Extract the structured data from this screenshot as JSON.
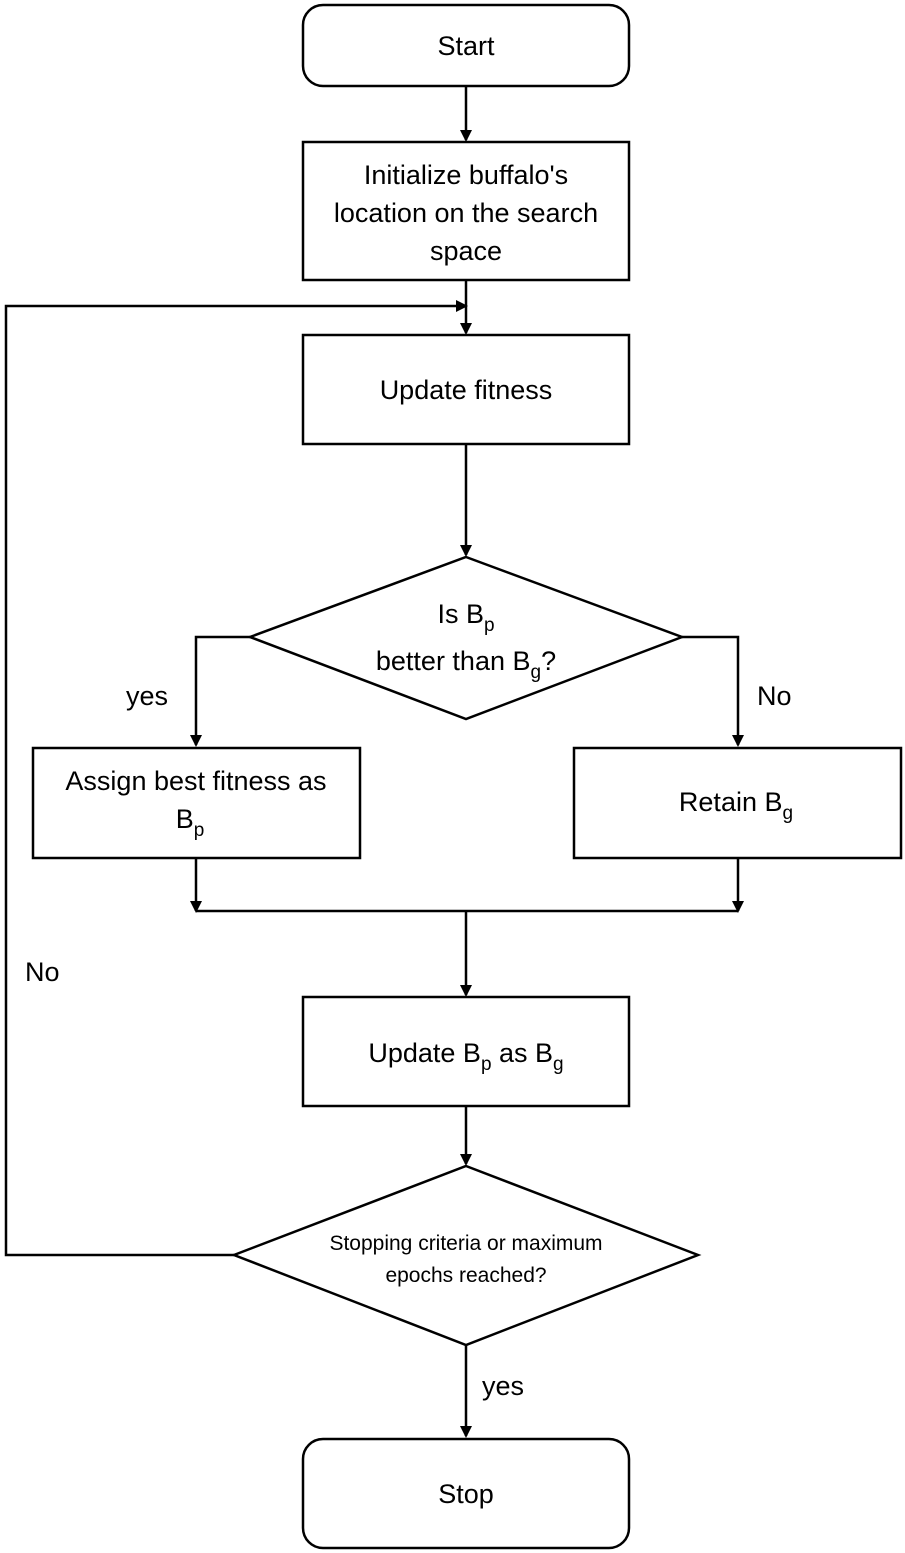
{
  "nodes": {
    "start": {
      "text": "Start"
    },
    "init": {
      "lines": [
        "Initialize buffalo's",
        "location on the search",
        "space"
      ]
    },
    "update_fitness": {
      "text": "Update fitness"
    },
    "decision_compare": {
      "line1_prefix": "Is B",
      "line1_sub": "p",
      "line2_prefix": "better than B",
      "line2_sub": "g",
      "line2_suffix": "?"
    },
    "assign_best": {
      "line1": "Assign best fitness as",
      "line2_main": "B",
      "line2_sub": "p"
    },
    "retain": {
      "prefix": "Retain B",
      "sub": "g"
    },
    "update_bp": {
      "prefix": "Update B",
      "sub1": "p",
      "middle": " as B",
      "sub2": "g"
    },
    "decision_stop": {
      "lines": [
        "Stopping criteria or maximum",
        "epochs reached?"
      ]
    },
    "stop": {
      "text": "Stop"
    }
  },
  "edge_labels": {
    "yes_left": "yes",
    "no_right": "No",
    "no_loop": "No",
    "yes_bottom": "yes"
  },
  "colors": {
    "stroke": "#000000",
    "fill": "#ffffff",
    "text": "#000000"
  }
}
